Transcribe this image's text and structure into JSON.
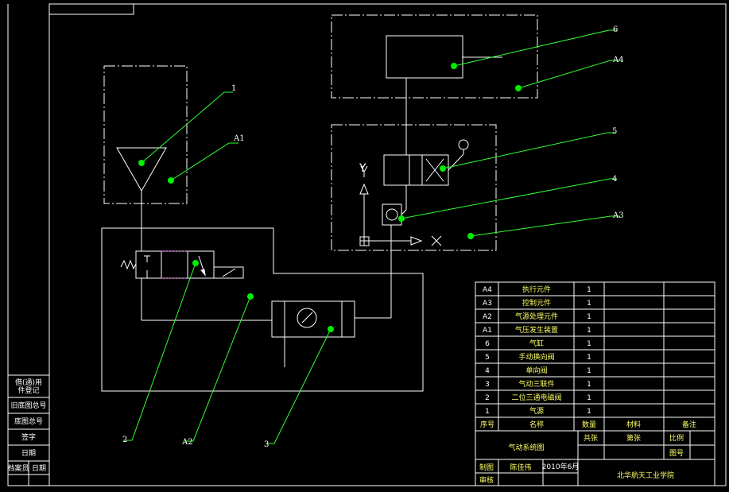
{
  "callouts": {
    "c1": "1",
    "cA1": "A1",
    "c6": "6",
    "cA4": "A4",
    "c5": "5",
    "c4": "4",
    "cA3": "A3",
    "c2": "2",
    "cA2": "A2",
    "c3": "3"
  },
  "symbols": {
    "exhaust": "Y"
  },
  "parts_list": [
    {
      "no": "A4",
      "name": "执行元件",
      "qty": "1"
    },
    {
      "no": "A3",
      "name": "控制元件",
      "qty": "1"
    },
    {
      "no": "A2",
      "name": "气源处理元件",
      "qty": "1"
    },
    {
      "no": "A1",
      "name": "气压发生装置",
      "qty": "1"
    },
    {
      "no": "6",
      "name": "气缸",
      "qty": "1"
    },
    {
      "no": "5",
      "name": "手动换向阀",
      "qty": "1"
    },
    {
      "no": "4",
      "name": "单向阀",
      "qty": "1"
    },
    {
      "no": "3",
      "name": "气动三联件",
      "qty": "1"
    },
    {
      "no": "2",
      "name": "二位三通电磁阀",
      "qty": "1"
    },
    {
      "no": "1",
      "name": "气源",
      "qty": "1"
    }
  ],
  "parts_header": {
    "no": "序号",
    "name": "名称",
    "qty": "数量",
    "material": "材料",
    "note": "备注"
  },
  "title_block": {
    "drawing_title": "气动系统图",
    "scale_label": "比例",
    "drawing_no_label": "图号",
    "quantity_label": "共张",
    "sheet_label": "第张",
    "drawn_label": "制图",
    "drawn_by": "陈佳伟",
    "date": "2010年6月",
    "checked_label": "审核",
    "school": "北华航天工业学院"
  },
  "side_block": [
    "借(通)用",
    "件登记",
    "旧底图总号",
    "底图总号",
    "签字",
    "日期",
    "档案员",
    "日期"
  ],
  "colors": {
    "line": "#ffffff",
    "leader": "#33ff33",
    "dot": "#00ee00",
    "hidden": "#ff66ff",
    "text": "#ffff66",
    "background": "#000000"
  }
}
